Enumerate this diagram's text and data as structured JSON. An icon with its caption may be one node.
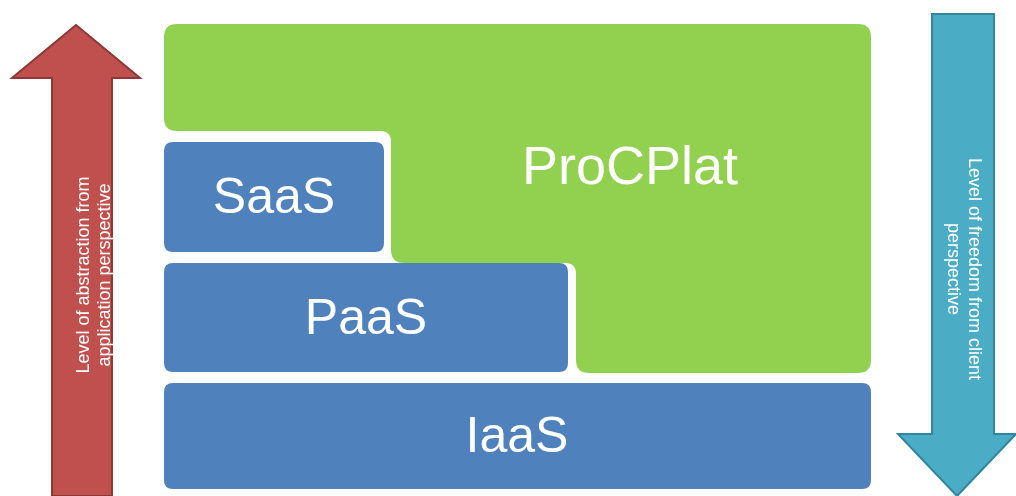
{
  "diagram": {
    "nodes": [
      {
        "text": [
          "Level of abstraction from application perspective"
        ]
      },
      {
        "text": [
          "ProCPlat"
        ]
      },
      {
        "text": [
          "SaaS"
        ]
      },
      {
        "text": [
          "PaaS"
        ]
      },
      {
        "text": [
          "IaaS"
        ]
      },
      {
        "text": [
          "Level of freedom from client perspective"
        ]
      }
    ]
  }
}
